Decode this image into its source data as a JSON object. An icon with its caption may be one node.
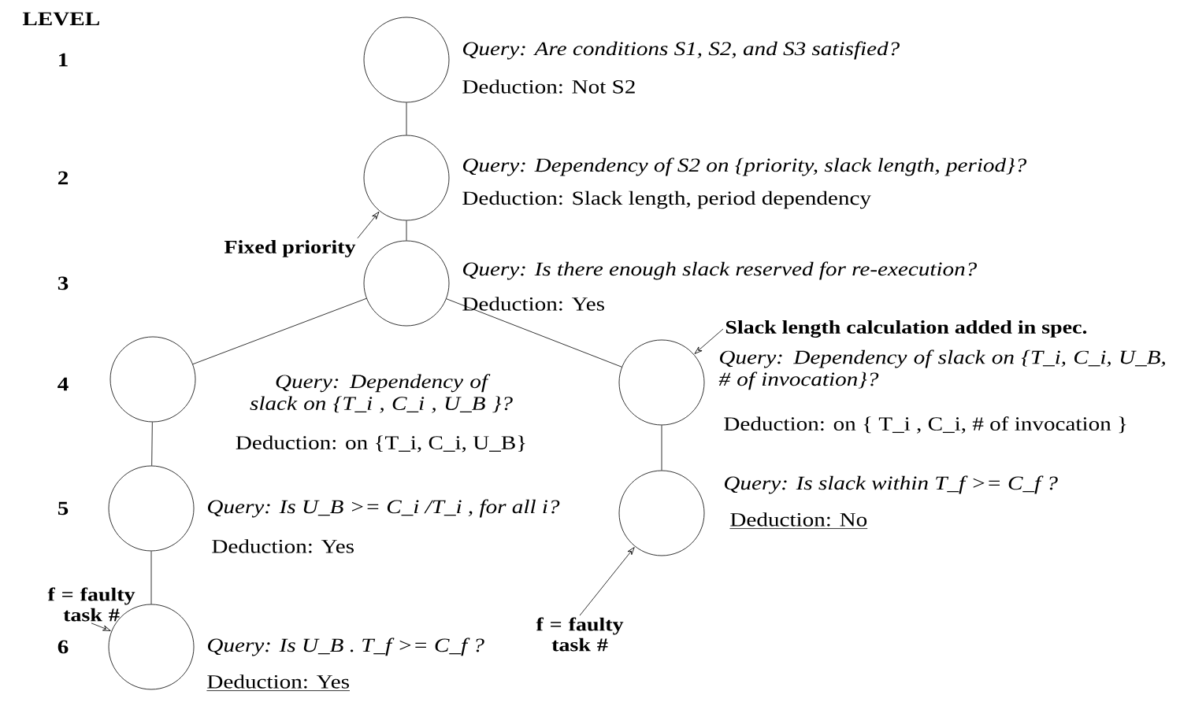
{
  "diagram": {
    "nodes": [
      {
        "text": [],
        "shape": "circle",
        "beside": [
          "Query: Are conditions S1, S2, and S3 satisfied?",
          "Deduction: Not S2"
        ]
      },
      {
        "text": [],
        "shape": "circle",
        "beside": [
          "Query: Dependency of S2 on {priority, slack length, period}?",
          "Deduction: Slack length, period dependency"
        ]
      },
      {
        "text": [],
        "shape": "circle",
        "beside": [
          "Query: Is there enough slack reserved for re-execution?",
          "Deduction: Yes"
        ]
      },
      {
        "text": [],
        "shape": "circle",
        "beside": [
          "Query: Dependency of slack on {T_i , C_i , U_B }?",
          "Deduction: on {T_i, C_i, U_B}"
        ]
      },
      {
        "text": [],
        "shape": "circle",
        "beside": [
          "Query: Dependency of slack on {T_i, C_i, U_B, # of invocation}?",
          "Deduction: on { T_i , C_i, # of invocation }"
        ]
      },
      {
        "text": [],
        "shape": "circle",
        "beside": [
          "Query: Is U_B >= C_i /T_i , for all i?",
          "Deduction: Yes"
        ]
      },
      {
        "text": [],
        "shape": "circle",
        "beside": [
          "Query: Is slack within T_f >= C_f ?",
          "Deduction: No"
        ]
      },
      {
        "text": [],
        "shape": "circle",
        "beside": [
          "Query: Is U_B . T_f >= C_f ?",
          "Deduction: Yes"
        ]
      },
      {
        "text": [
          "Fixed priority"
        ]
      },
      {
        "text": [
          "Slack length calculation added in spec."
        ]
      },
      {
        "text": [
          "f = faulty task #"
        ]
      },
      {
        "text": [
          "f = faulty task #"
        ]
      }
    ],
    "edges": [
      {
        "from": 0,
        "to": 1,
        "arrow": "none"
      },
      {
        "from": 1,
        "to": 2,
        "arrow": "none"
      },
      {
        "from": 2,
        "to": 3,
        "arrow": "none"
      },
      {
        "from": 2,
        "to": 4,
        "arrow": "none"
      },
      {
        "from": 3,
        "to": 5,
        "arrow": "none"
      },
      {
        "from": 4,
        "to": 6,
        "arrow": "none"
      },
      {
        "from": 5,
        "to": 7,
        "arrow": "none"
      },
      {
        "from": 8,
        "to": 1,
        "arrow": "to"
      },
      {
        "from": 9,
        "to": 4,
        "arrow": "to"
      },
      {
        "from": 10,
        "to": 7,
        "arrow": "to"
      },
      {
        "from": 11,
        "to": 6,
        "arrow": "to"
      }
    ],
    "labels": [
      "LEVEL",
      "1",
      "2",
      "3",
      "4",
      "5",
      "6"
    ]
  }
}
